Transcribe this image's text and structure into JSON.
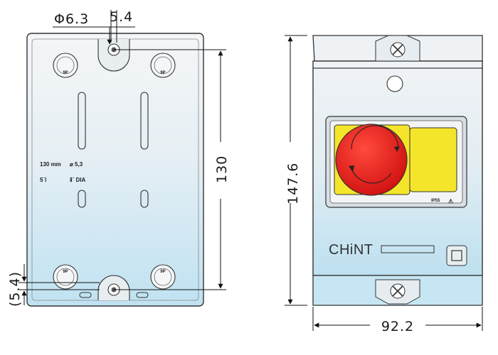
{
  "back_view": {
    "dim_hole_diameter": "Φ6.3",
    "dim_slot_top": "5.4",
    "dim_height": "130",
    "dim_slot_bottom": "(5.4)",
    "label_line1_left": "130 mm",
    "label_line1_right": "⌀ 5,3",
    "label_line2_left": "5¨ⅰ",
    "label_line2_right": "ⅱ¨ DIA",
    "boss_marks": [
      "9P",
      "9P",
      "9P",
      "9P"
    ]
  },
  "front_view": {
    "dim_total_height": "147.6",
    "dim_width": "92.2",
    "brand": "CHiNT",
    "ip_rating": "IP55",
    "warning_symbol": "⚠"
  },
  "colors": {
    "body_gradient_top": "#f4f6f8",
    "body_gradient_bottom": "#bfe2f2",
    "stop_button": "#e01e1e",
    "yellow_plate": "#f5e52a",
    "outline": "#333333"
  }
}
